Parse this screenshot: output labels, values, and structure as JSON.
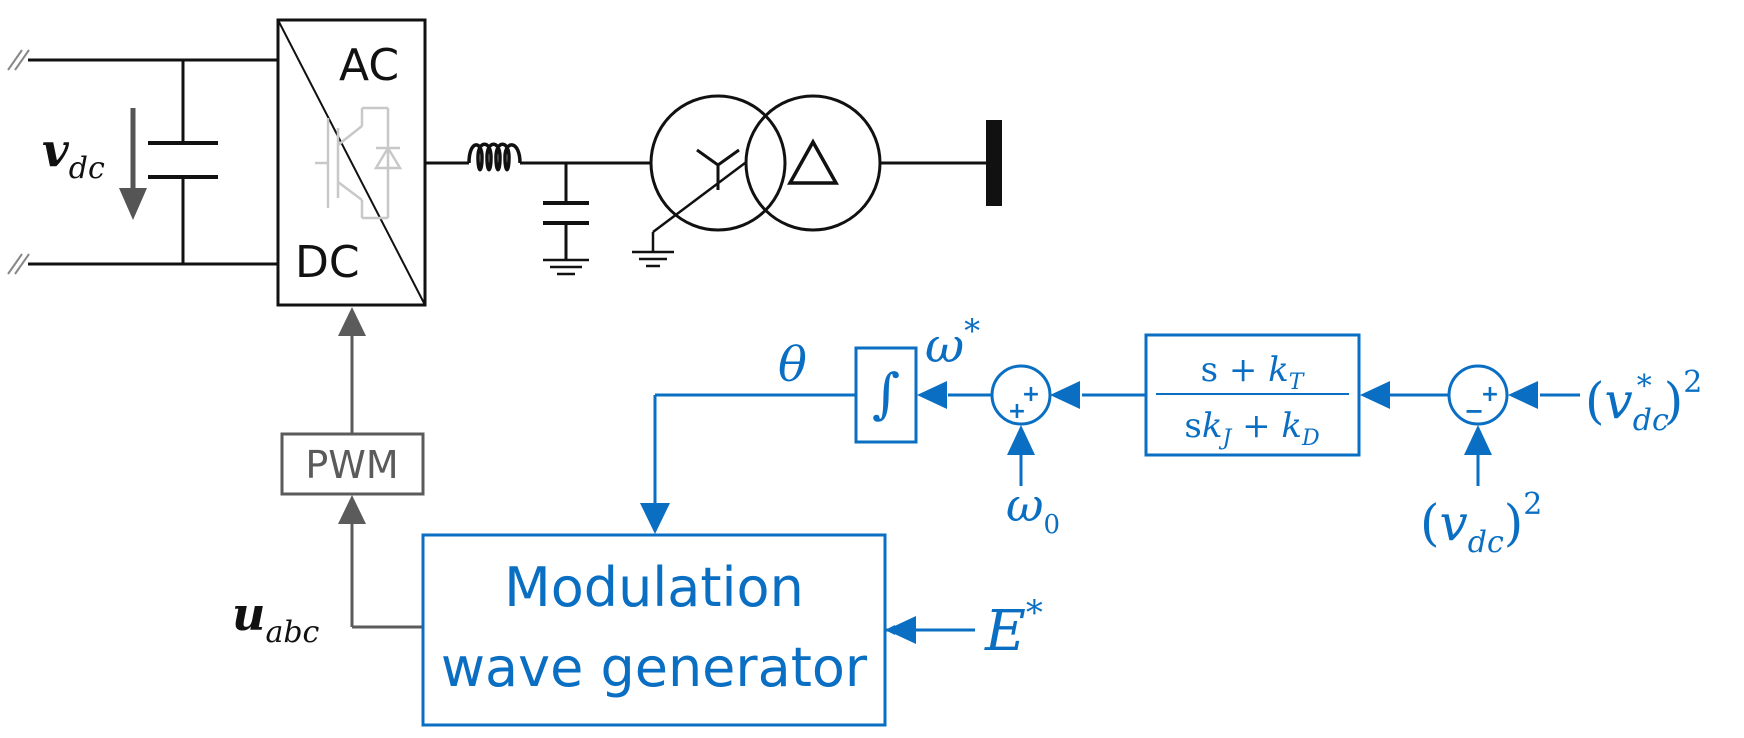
{
  "colors": {
    "circuit": "#111111",
    "control": "#0a6fc2",
    "pwm": "#5b5b5b",
    "switch_icon": "#c8c8c8"
  },
  "converter": {
    "ac_label": "AC",
    "dc_label": "DC"
  },
  "pwm_block": {
    "label": "PWM"
  },
  "modulation_block": {
    "line1": "Modulation",
    "line2": "wave generator"
  },
  "symbols": {
    "v": "v",
    "dc": "dc",
    "u": "u",
    "abc": "abc",
    "theta": "θ",
    "omega": "ω",
    "star": "*",
    "zero": "0",
    "E": "E",
    "square": "2",
    "lparen": "(",
    "rparen": ")",
    "plus": "+",
    "minus": "−",
    "integral": "∫"
  },
  "transfer_function": {
    "num_s": "s + ",
    "num_k": "k",
    "num_sub": "T",
    "den_s": "s",
    "den_k1": "k",
    "den_sub1": "J",
    "den_plus": " + ",
    "den_k2": "k",
    "den_sub2": "D"
  },
  "icons": [
    "wye-winding-icon",
    "delta-winding-icon",
    "ground-icon",
    "inductor-icon",
    "capacitor-icon",
    "igbt-icon",
    "integrator-icon",
    "summing-junction-icon"
  ]
}
